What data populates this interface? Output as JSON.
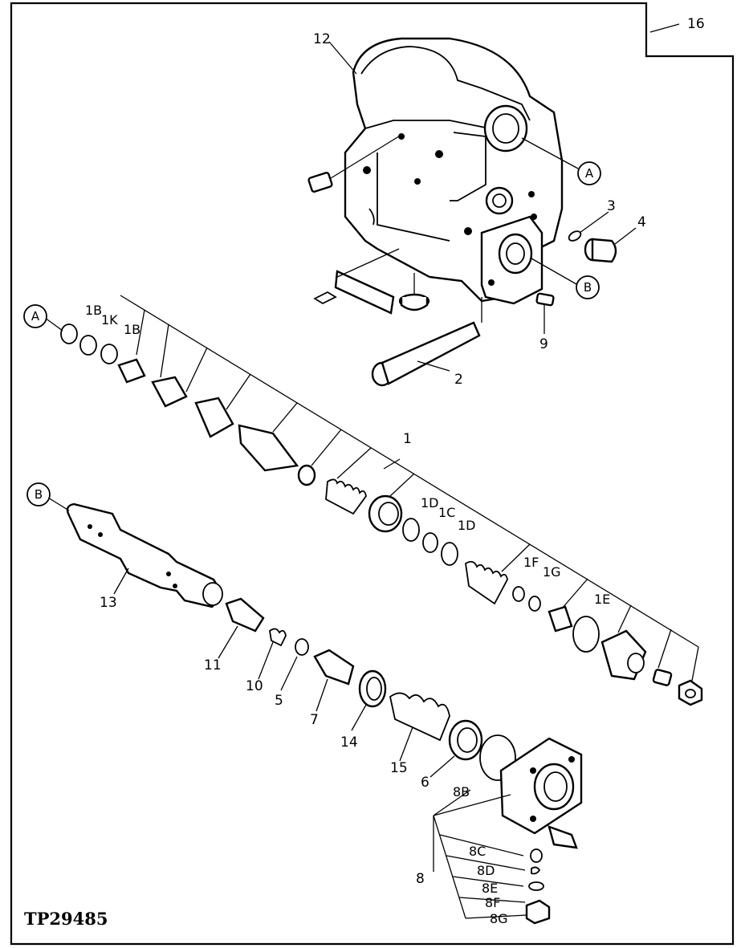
{
  "figure_id": "TP29485",
  "callouts": {
    "c16": "16",
    "c12": "12",
    "c3": "3",
    "c4": "4",
    "c9": "9",
    "c2": "2",
    "c1": "1",
    "c13": "13",
    "c11": "11",
    "c10": "10",
    "c5": "5",
    "c7": "7",
    "c14": "14",
    "c15": "15",
    "c6": "6",
    "c8": "8",
    "c1B_a": "1B",
    "c1K": "1K",
    "c1B_b": "1B",
    "c1D_a": "1D",
    "c1C": "1C",
    "c1D_b": "1D",
    "c1F": "1F",
    "c1G": "1G",
    "c1E": "1E",
    "c8B": "8B",
    "c8C": "8C",
    "c8D": "8D",
    "c8E": "8E",
    "c8F": "8F",
    "c8G": "8G"
  },
  "reference_markers": {
    "a_top": "A",
    "b_top": "B",
    "a_left": "A",
    "b_left": "B"
  }
}
